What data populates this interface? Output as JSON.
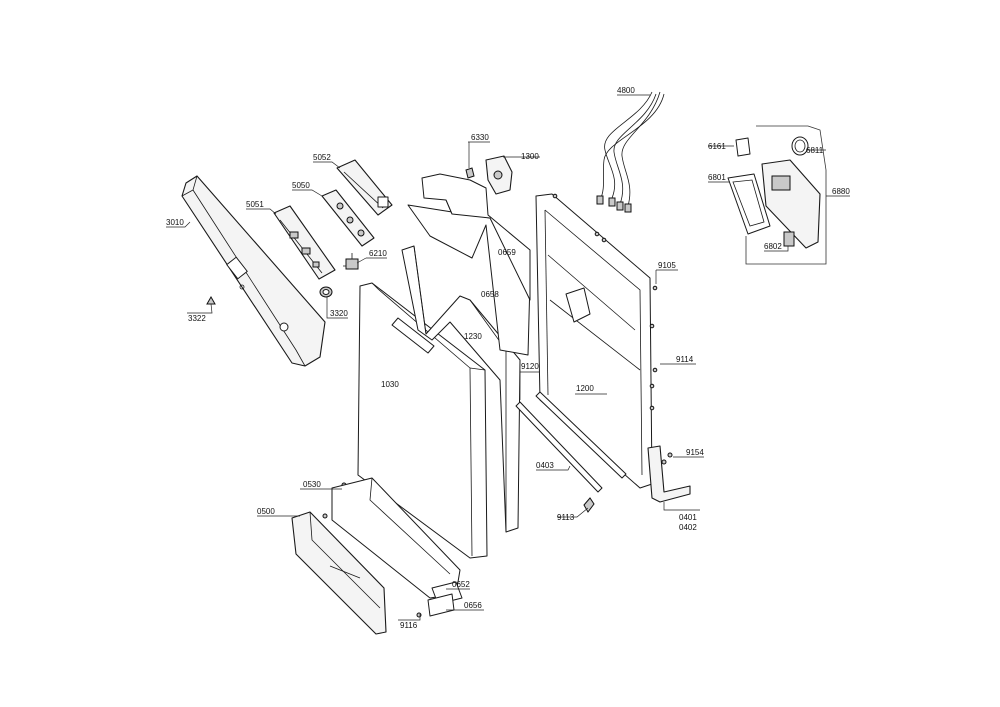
{
  "diagram": {
    "labels": {
      "l3010": "3010",
      "l5051": "5051",
      "l5050": "5050",
      "l5052": "5052",
      "l6210": "6210",
      "l3322": "3322",
      "l3320": "3320",
      "l1030": "1030",
      "l1230": "1230",
      "l0658": "0658",
      "l0659": "0659",
      "l6330": "6330",
      "l1300": "1300",
      "l4800": "4800",
      "l9120": "9120",
      "l1200": "1200",
      "l0403": "0403",
      "l9105": "9105",
      "l9114": "9114",
      "l9154": "9154",
      "l9113": "9113",
      "l0401": "0401",
      "l0402": "0402",
      "l0530": "0530",
      "l0500": "0500",
      "l0652": "0652",
      "l0656": "0656",
      "l9116": "9116",
      "l6161": "6161",
      "l6811": "6811",
      "l6801": "6801",
      "l6880": "6880",
      "l6802": "6802"
    }
  }
}
